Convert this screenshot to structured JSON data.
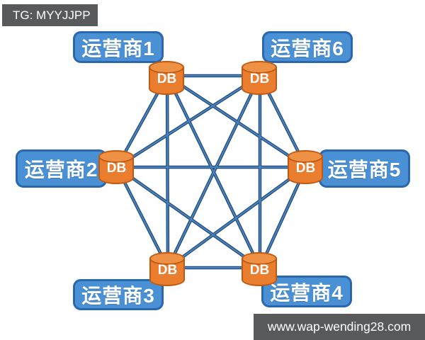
{
  "watermarks": {
    "tg": "TG: MYYJJPP",
    "site": "www.wap-wending28.com"
  },
  "diagram": {
    "type": "full-mesh-network",
    "nodes": [
      {
        "id": "operator-1",
        "label": "运营商1",
        "db_label": "DB"
      },
      {
        "id": "operator-2",
        "label": "运营商2",
        "db_label": "DB"
      },
      {
        "id": "operator-3",
        "label": "运营商3",
        "db_label": "DB"
      },
      {
        "id": "operator-4",
        "label": "运营商4",
        "db_label": "DB"
      },
      {
        "id": "operator-5",
        "label": "运营商5",
        "db_label": "DB"
      },
      {
        "id": "operator-6",
        "label": "运营商6",
        "db_label": "DB"
      }
    ],
    "edges": [
      [
        "operator-1",
        "operator-2"
      ],
      [
        "operator-1",
        "operator-3"
      ],
      [
        "operator-1",
        "operator-4"
      ],
      [
        "operator-1",
        "operator-5"
      ],
      [
        "operator-1",
        "operator-6"
      ],
      [
        "operator-2",
        "operator-3"
      ],
      [
        "operator-2",
        "operator-4"
      ],
      [
        "operator-2",
        "operator-5"
      ],
      [
        "operator-2",
        "operator-6"
      ],
      [
        "operator-3",
        "operator-4"
      ],
      [
        "operator-3",
        "operator-5"
      ],
      [
        "operator-3",
        "operator-6"
      ],
      [
        "operator-4",
        "operator-5"
      ],
      [
        "operator-4",
        "operator-6"
      ],
      [
        "operator-5",
        "operator-6"
      ]
    ]
  },
  "colors": {
    "node_fill": "#4A90D5",
    "node_border": "#2A67AC",
    "node_text": "#FFFFFF",
    "db_fill": "#EB7D2F",
    "db_top": "#EF9145",
    "db_border": "#C05A11",
    "db_text": "#FFFFFF",
    "line": "#4E81BD",
    "line_outline": "#1E4E79",
    "watermark_bg": "#58595B",
    "watermark_text": "#FFFFFF"
  }
}
